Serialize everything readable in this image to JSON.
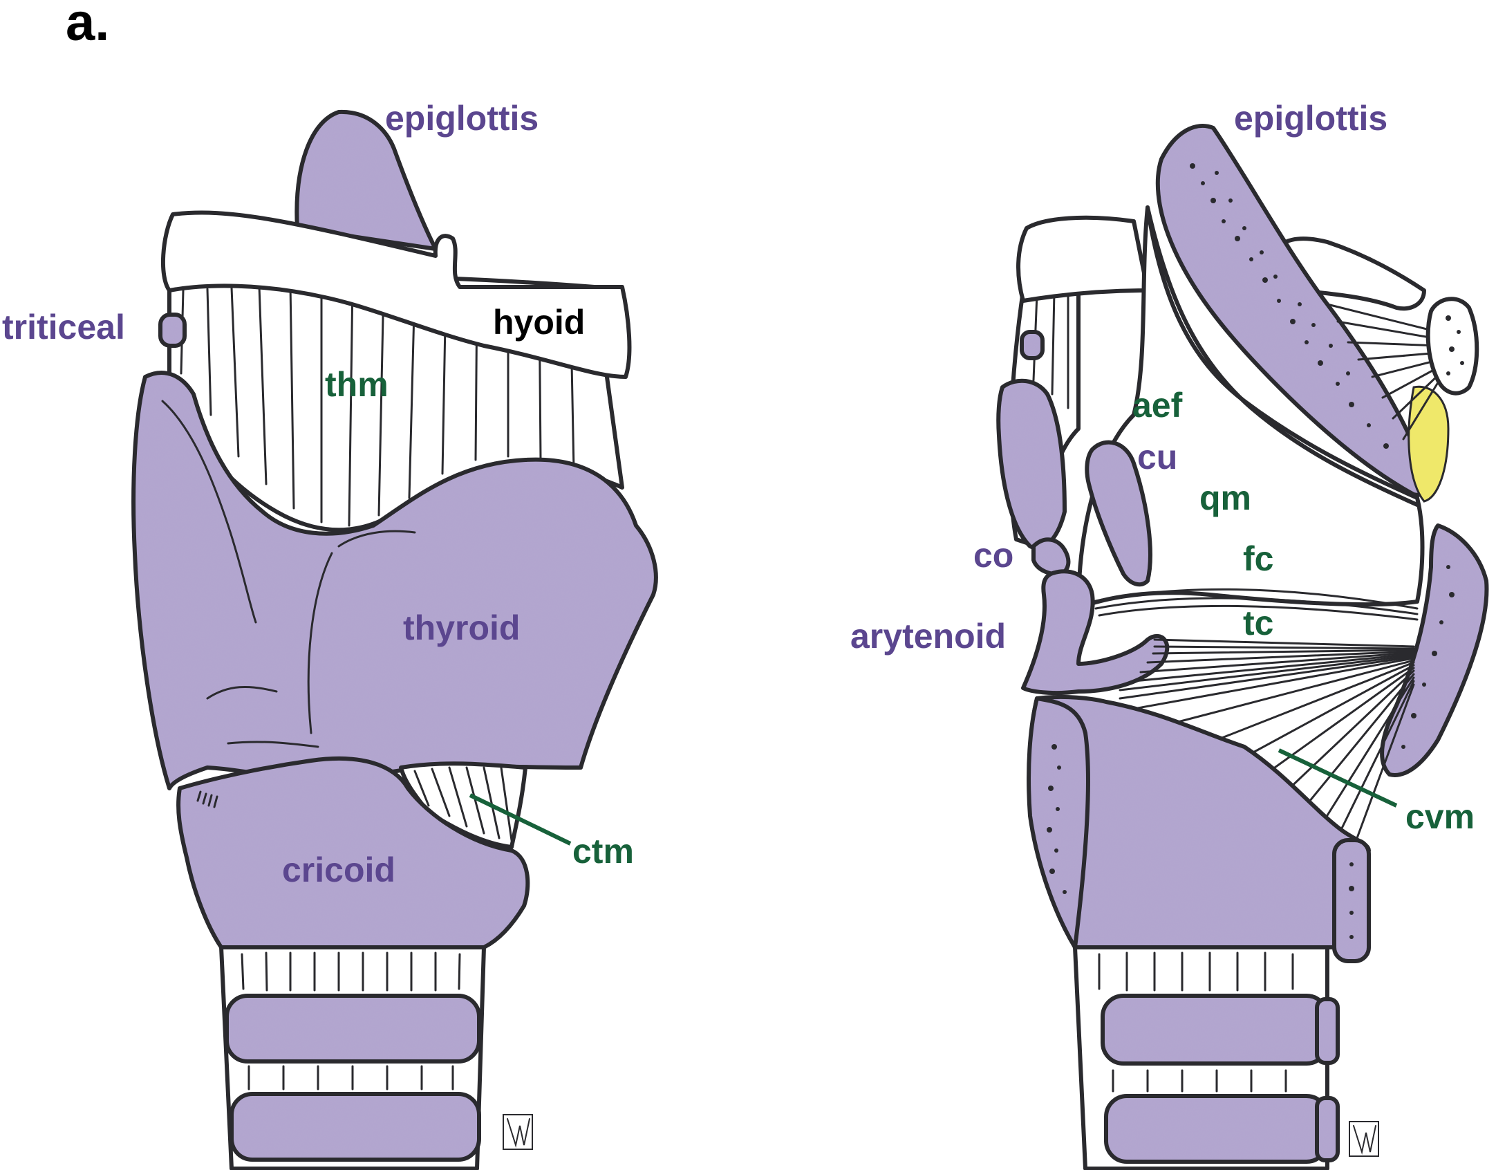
{
  "panel_letter": "a.",
  "colors": {
    "cartilage_label": "#5b468f",
    "muscle_label": "#17613a",
    "bone_label": "#000000",
    "cartilage_fill": "#b3a6cf",
    "fat": "#efe86a"
  },
  "left_view": {
    "labels": {
      "epiglottis": "epiglottis",
      "triticeal": "triticeal",
      "hyoid": "hyoid",
      "thm": "thm",
      "thyroid": "thyroid",
      "cricoid": "cricoid",
      "ctm": "ctm"
    }
  },
  "right_view": {
    "labels": {
      "epiglottis": "epiglottis",
      "aef": "aef",
      "cu": "cu",
      "qm": "qm",
      "co": "co",
      "fc": "fc",
      "tc": "tc",
      "arytenoid": "arytenoid",
      "cvm": "cvm"
    }
  }
}
